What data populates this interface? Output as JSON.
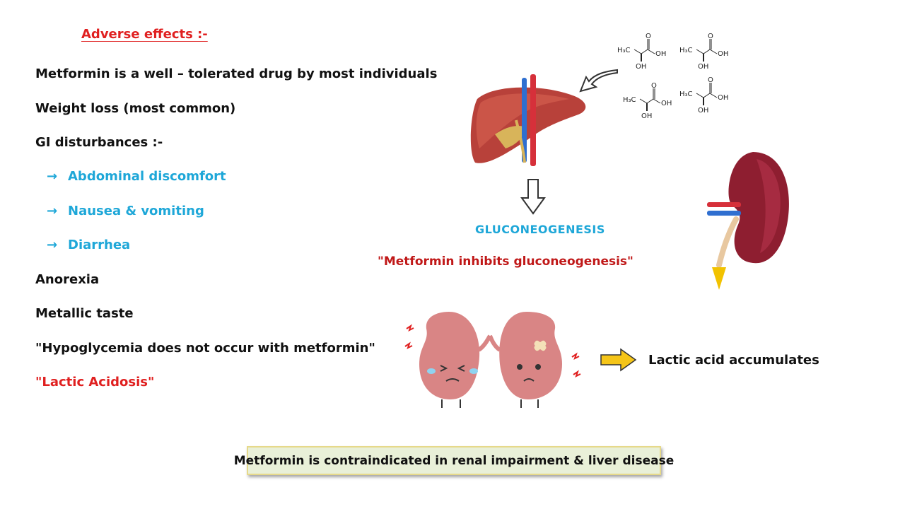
{
  "heading": "Adverse effects :-",
  "lines": {
    "tolerated": "Metformin is a well – tolerated drug by most individuals",
    "weight_loss": "Weight loss (most common)",
    "gi": "GI disturbances :-",
    "anorexia": "Anorexia",
    "metallic": "Metallic taste",
    "hypoglycemia": "\"Hypoglycemia does not occur with metformin\"",
    "lactic_acidosis": "\"Lactic Acidosis\""
  },
  "gi_items": [
    {
      "arrow": "→",
      "label": "Abdominal discomfort"
    },
    {
      "arrow": "→",
      "label": "Nausea & vomiting"
    },
    {
      "arrow": "→",
      "label": "Diarrhea"
    }
  ],
  "molecule": {
    "ch3": "H₃C",
    "oh": "OH",
    "o": "O"
  },
  "gluconeogenesis": "GLUCONEOGENESIS",
  "quote": "\"Metformin inhibits gluconeogenesis\"",
  "lactic_accumulates": "Lactic acid accumulates",
  "note": "Metformin is contraindicated in renal impairment & liver disease",
  "colors": {
    "red": "#e02020",
    "blue": "#1ea7d8",
    "dark_red": "#c01818",
    "note_bg": "#e9f0d8"
  }
}
